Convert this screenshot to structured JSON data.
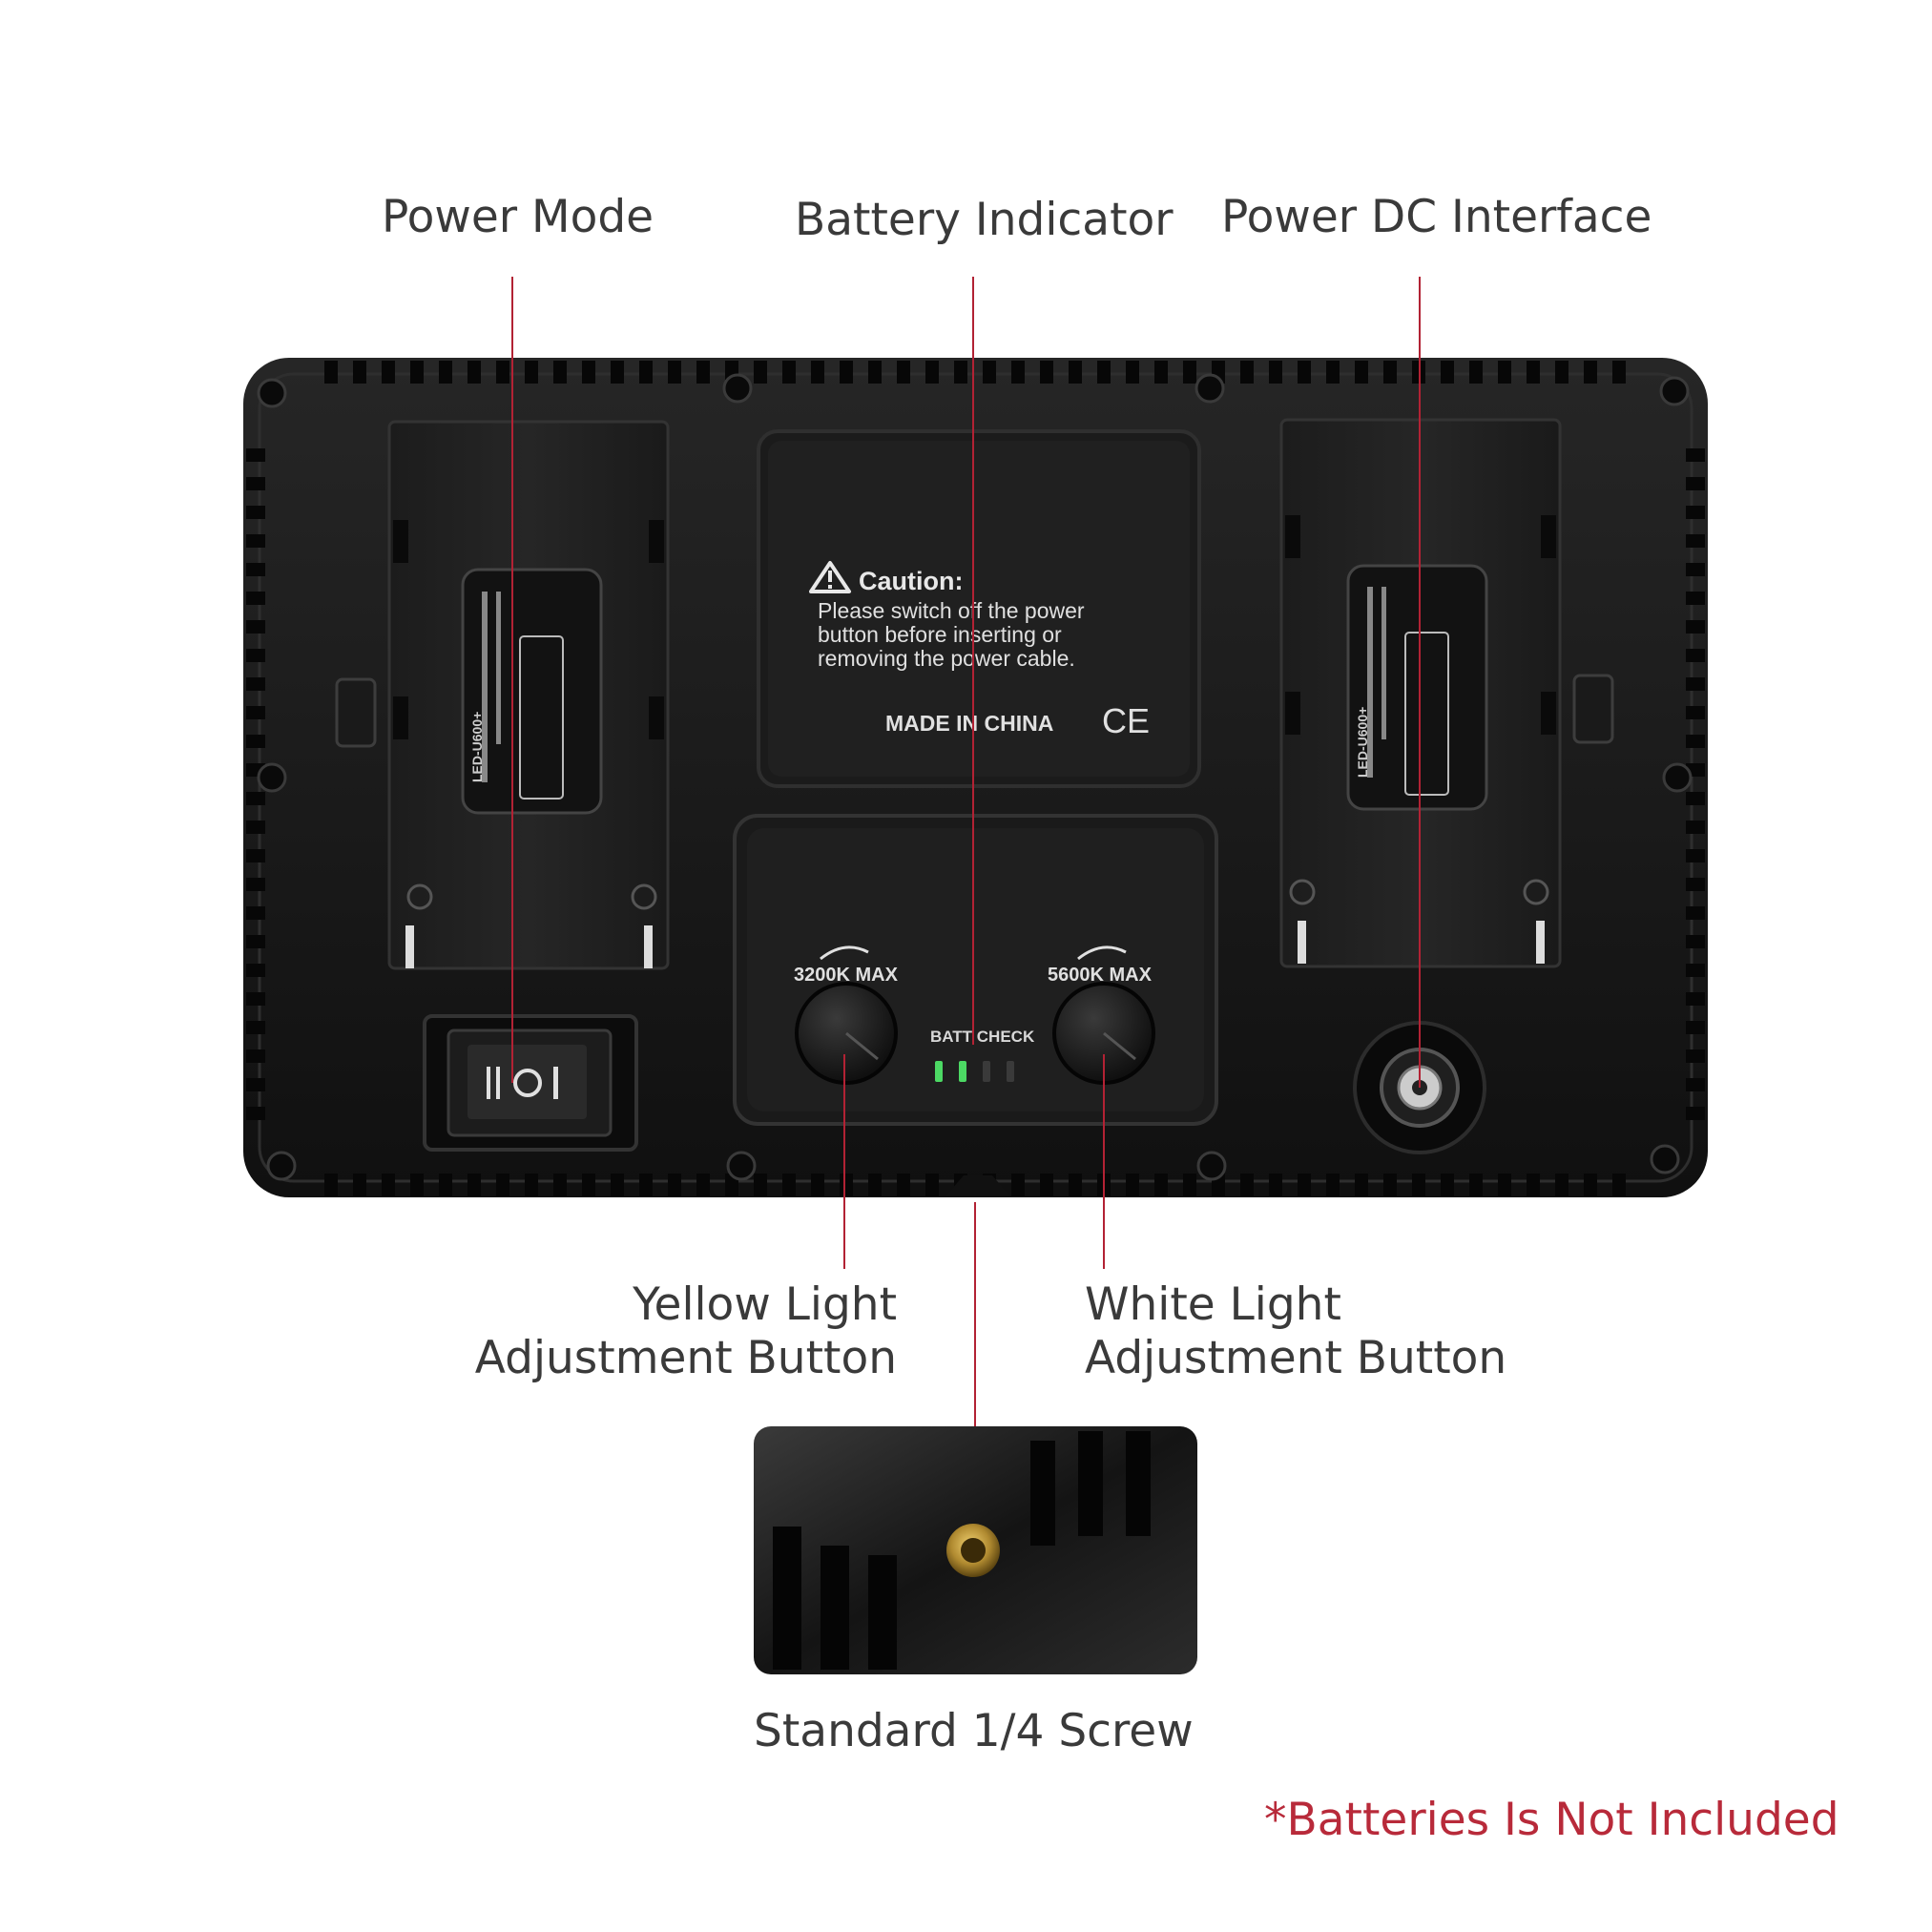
{
  "labels": {
    "power_mode": "Power Mode",
    "battery_indicator": "Battery Indicator",
    "power_dc_interface": "Power DC Interface",
    "yellow_light_line1": "Yellow Light",
    "yellow_light_line2": "Adjustment Button",
    "white_light_line1": "White Light",
    "white_light_line2": "Adjustment Button",
    "standard_screw": "Standard 1/4 Screw"
  },
  "note": "*Batteries Is Not Included",
  "panel": {
    "caution_title": "Caution:",
    "caution_line1": "Please switch off the power",
    "caution_line2": "button before inserting or",
    "caution_line3": "removing the power cable.",
    "made_in": "MADE IN CHINA",
    "ce_mark": "CE",
    "knob_left": "3200K  MAX",
    "knob_right": "5600K  MAX",
    "batt_check": "BATT CHECK",
    "battery_model": "LED-U600+"
  },
  "colors": {
    "leader_line": "#b22234",
    "panel_body": "#161616",
    "note_red": "#b82a3a",
    "led_green": "#4cd964"
  }
}
